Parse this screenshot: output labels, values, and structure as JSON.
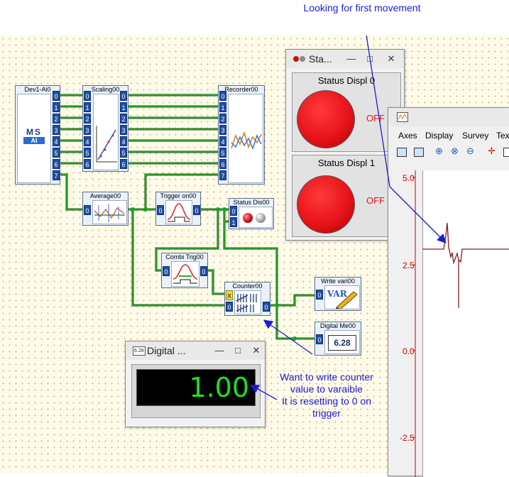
{
  "annotations": {
    "top": "Looking for first movement",
    "bottom_line1": "Want to write counter",
    "bottom_line2": "value to varaible",
    "bottom_line3": "It is resetting to 0 on",
    "bottom_line4": "trigger"
  },
  "blocks": {
    "dev": {
      "title": "Dev1-Ai0",
      "logo_top": "MS",
      "logo_bottom": "AI"
    },
    "scaling": {
      "title": "Scaling00"
    },
    "recorder": {
      "title": "Recorder00"
    },
    "average": {
      "title": "Average00"
    },
    "trigger": {
      "title": "Trigger on00"
    },
    "status": {
      "title": "Status Dis00"
    },
    "combi": {
      "title": "Combi Trig00"
    },
    "counter": {
      "title": "Counter00"
    },
    "write": {
      "title": "Write vari00",
      "icon_text": "VAR"
    },
    "digital": {
      "title": "Digital Me00",
      "value": "6.28"
    }
  },
  "ports": [
    "0",
    "1",
    "2",
    "3",
    "4",
    "5",
    "6",
    "7"
  ],
  "port_x": "X",
  "status_window": {
    "title": "Sta...",
    "panel0_title": "Status Displ 0",
    "panel0_state": "OFF",
    "panel1_title": "Status Displ 1",
    "panel1_state": "OFF",
    "lamp_color": "#e8141b",
    "state_color": "#e8141b"
  },
  "digital_window": {
    "title": "Digital ...",
    "icon_text": "6.28",
    "value": "1.00",
    "value_color": "#22dd22"
  },
  "recorder_window": {
    "menu": [
      "Axes",
      "Display",
      "Survey",
      "Tex"
    ],
    "y_ticks": [
      "5.0",
      "2.5",
      "0.0",
      "-2.5"
    ],
    "signal_color": "#8b1a1a",
    "axis_color": "#cc0000"
  }
}
